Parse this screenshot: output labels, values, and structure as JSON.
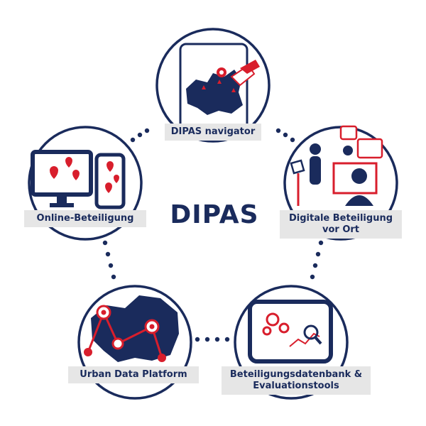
{
  "title": "DIPAS",
  "nodes": [
    {
      "label": "DIPAS navigator"
    },
    {
      "label": "Digitale Beteiligung",
      "label2": "vor Ort"
    },
    {
      "label": "Beteiligungsdatenbank &",
      "label2": "Evaluationstools"
    },
    {
      "label": "Urban Data Platform"
    },
    {
      "label": "Online-Beteiligung"
    }
  ],
  "colors": {
    "navy": "#1a2b5c",
    "red": "#d81e2c",
    "label_bg": "#e6e6e6",
    "dots": "#1a2b5c"
  }
}
